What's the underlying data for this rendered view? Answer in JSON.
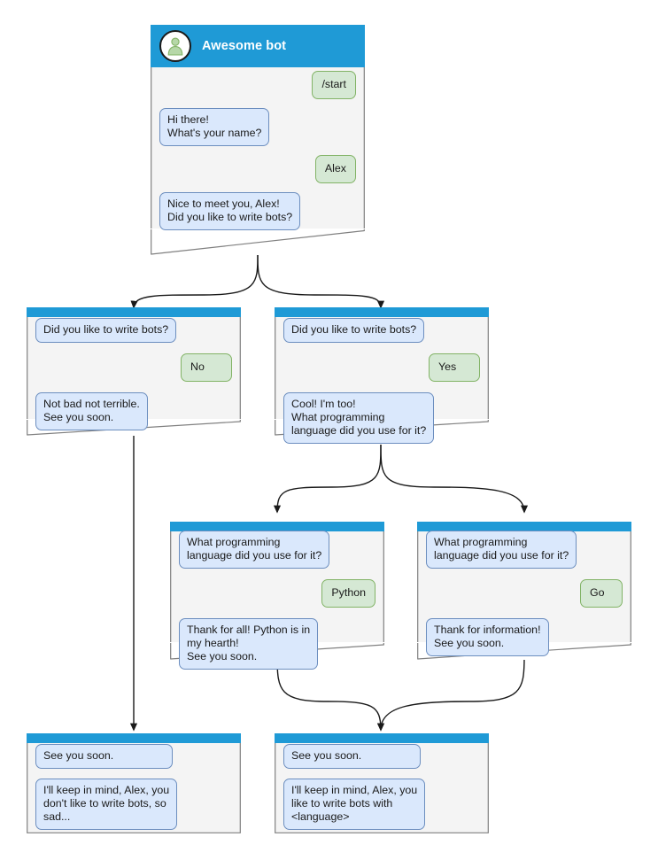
{
  "diagram": {
    "title": "Awesome bot",
    "type": "bot-conversation-flowchart",
    "colors": {
      "header_blue": "#1f9ad6",
      "card_body": "#f4f4f4",
      "card_border": "#808080",
      "bot_bubble_fill": "#dae8fc",
      "bot_bubble_border": "#6c8ebf",
      "user_bubble_fill": "#d5e8d4",
      "user_bubble_border": "#82b366",
      "edge": "#1a1a1a"
    }
  },
  "cards": {
    "root": {
      "header_title": "Awesome bot",
      "avatar_icon": "person-avatar-icon",
      "messages": [
        {
          "from": "user",
          "text": "/start"
        },
        {
          "from": "bot",
          "text": "Hi there!\nWhat's your name?"
        },
        {
          "from": "user",
          "text": "Alex"
        },
        {
          "from": "bot",
          "text": "Nice to meet you, Alex!\nDid you like to write bots?"
        }
      ]
    },
    "no_branch": {
      "messages": [
        {
          "from": "bot",
          "text": "Did you like to write bots?"
        },
        {
          "from": "user",
          "text": "No"
        },
        {
          "from": "bot",
          "text": "Not bad not terrible.\nSee you soon."
        }
      ]
    },
    "yes_branch": {
      "messages": [
        {
          "from": "bot",
          "text": "Did you like to write bots?"
        },
        {
          "from": "user",
          "text": "Yes"
        },
        {
          "from": "bot",
          "text": "Cool! I'm too!\nWhat programming\nlanguage did you use for it?"
        }
      ]
    },
    "python_branch": {
      "messages": [
        {
          "from": "bot",
          "text": "What programming\nlanguage did you use for it?"
        },
        {
          "from": "user",
          "text": "Python"
        },
        {
          "from": "bot",
          "text": "Thank for all! Python is in\nmy hearth!\nSee you soon."
        }
      ]
    },
    "go_branch": {
      "messages": [
        {
          "from": "bot",
          "text": "What programming\nlanguage did you use for it?"
        },
        {
          "from": "user",
          "text": "Go"
        },
        {
          "from": "bot",
          "text": "Thank for information!\nSee you soon."
        }
      ]
    },
    "end_sad": {
      "messages": [
        {
          "from": "bot",
          "text": "See you soon."
        },
        {
          "from": "bot",
          "text": "I'll keep in mind, Alex, you\ndon't like to write bots, so\nsad..."
        }
      ]
    },
    "end_happy": {
      "messages": [
        {
          "from": "bot",
          "text": "See you soon."
        },
        {
          "from": "bot",
          "text": "I'll keep in mind, Alex, you\nlike to write bots with\n<language>"
        }
      ]
    }
  }
}
